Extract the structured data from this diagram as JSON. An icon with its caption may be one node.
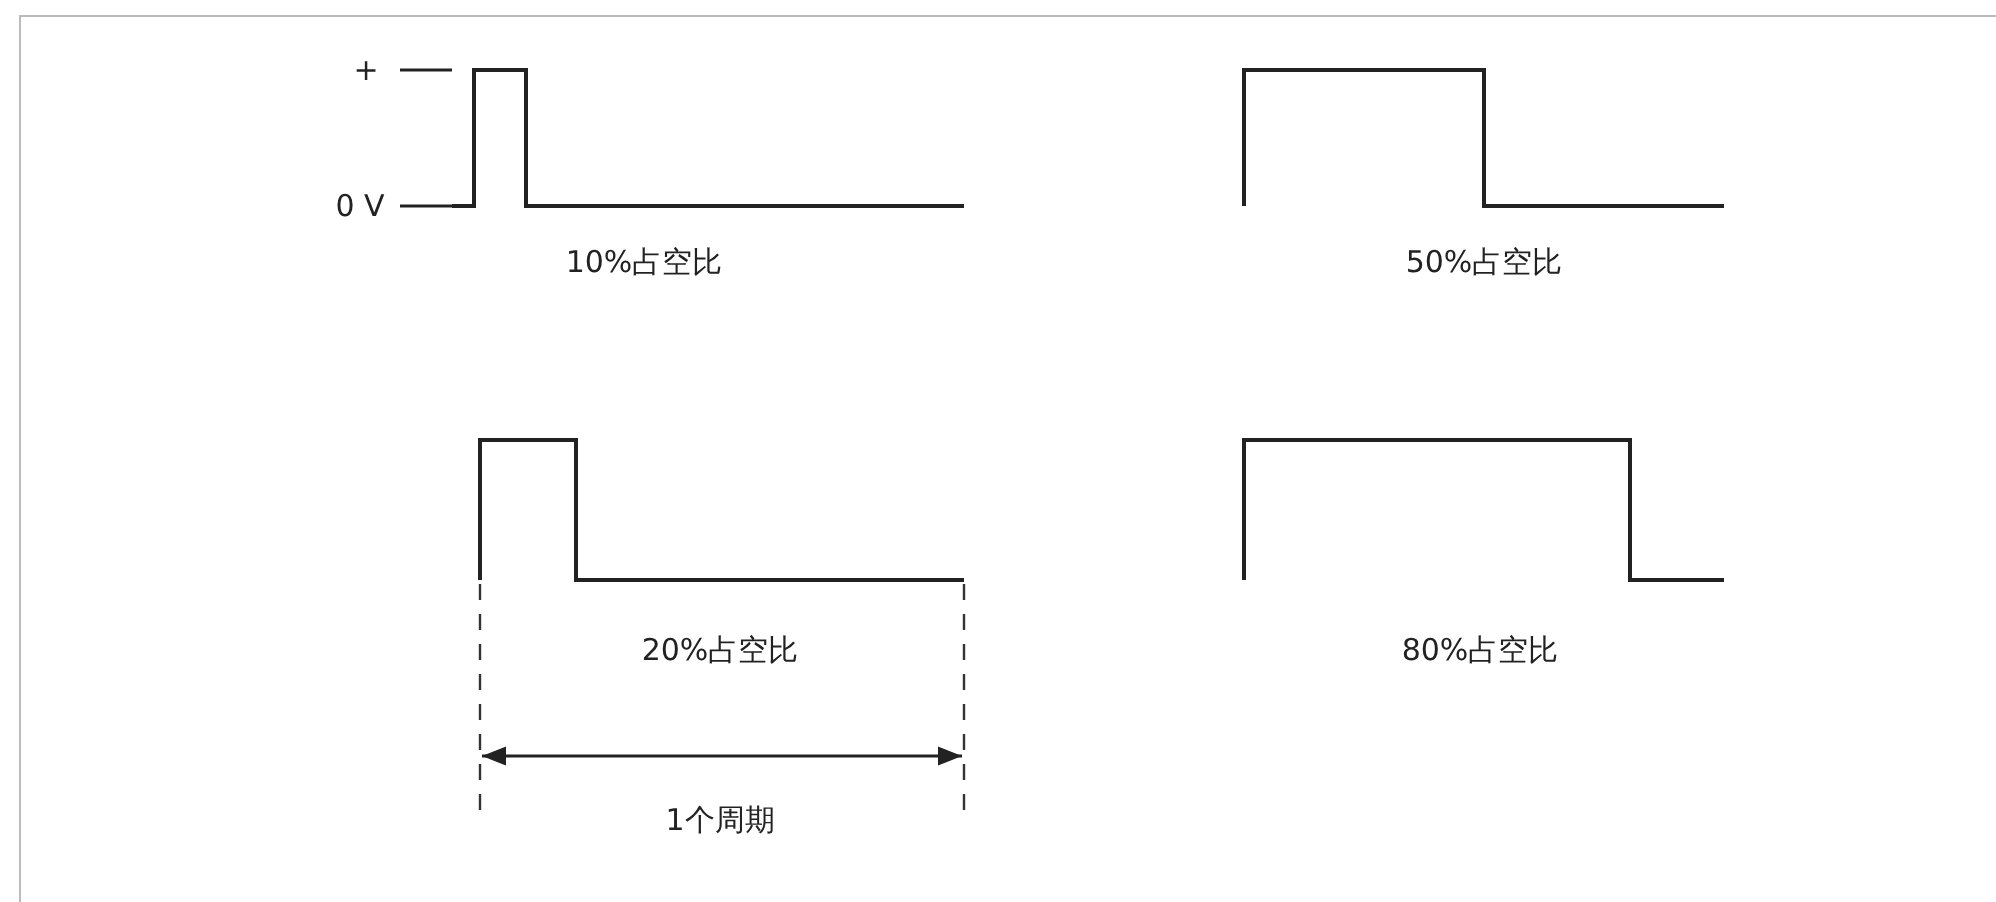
{
  "diagram": {
    "labels": [
      "+",
      "0 V",
      "10%占空比",
      "50%占空比",
      "20%占空比",
      "80%占空比",
      "1个周期"
    ]
  }
}
